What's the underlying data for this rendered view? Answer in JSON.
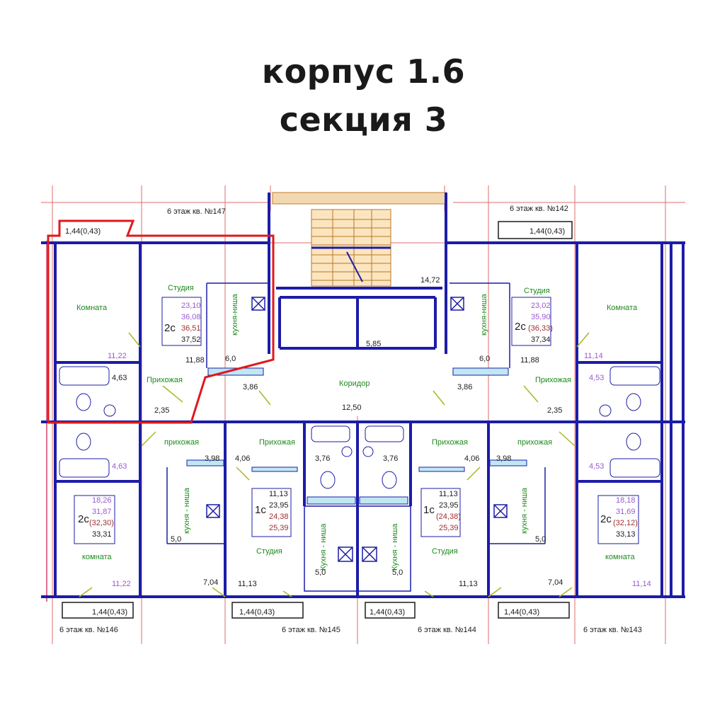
{
  "heading": {
    "line1": "корпус 1.6",
    "line2": "секция 3"
  },
  "colors": {
    "wall": "#1c1ca8",
    "highlight": "#e0181c",
    "room_label": "#1d8a1d",
    "grid": "#d23b3b",
    "balcony": "#e07090",
    "area_mark": "#9a2a7a"
  },
  "apartments": {
    "a147": {
      "caption": "6 этаж кв. №147",
      "balcony": "1,44(0,43)",
      "room": "Комната",
      "room_area": "11,22",
      "studio": "Студия",
      "type": "2с",
      "a1": "23,10",
      "a2": "36,08",
      "a3": "36,51",
      "a4": "37,52",
      "kitchen": "кухня-ниша",
      "kitchen_area": "6,0",
      "studio_area": "11,88",
      "hall": "Прихожая",
      "bath_area": "4,63",
      "hall_area": "2,35",
      "hall_area2": "3,86"
    },
    "a142": {
      "caption": "6 этаж кв. №142",
      "balcony": "1,44(0,43)",
      "room": "Комната",
      "room_area": "11,14",
      "studio": "Студия",
      "type": "2с",
      "a1": "23,02",
      "a2": "35,90",
      "a3": "(36,33)",
      "a4": "37,34",
      "kitchen": "кухня-ниша",
      "kitchen_area": "6,0",
      "studio_area": "11,88",
      "hall": "Прихожая",
      "bath_area": "4,53",
      "hall_area": "2,35",
      "hall_area2": "3,86"
    },
    "a146": {
      "caption": "6 этаж кв. №146",
      "balcony": "1,44(0,43)",
      "room": "комната",
      "room_area": "11,22",
      "type": "2с",
      "a1": "18,26",
      "a2": "31,87",
      "a3": "(32,30)",
      "a4": "33,31",
      "hall": "прихожая",
      "hall_area": "3,98",
      "kitchen": "кухня - ниша",
      "kitchen_area": "5,0",
      "area_704": "7,04",
      "bath_area": "4,63"
    },
    "a145": {
      "caption": "6 этаж кв. №145",
      "balcony": "1,44(0,43)",
      "hall": "Прихожая",
      "hall_area": "4,06",
      "bath_area": "3,76",
      "type": "1с",
      "a1": "11,13",
      "a2": "23,95",
      "a3": "24,38",
      "a4": "25,39",
      "studio": "Студия",
      "studio_area": "11,13",
      "kitchen": "Кухня - ниша",
      "kitchen_area": "5,0"
    },
    "a144": {
      "caption": "6 этаж кв. №144",
      "balcony": "1,44(0,43)",
      "hall": "Прихожая",
      "hall_area": "4,06",
      "bath_area": "3,76",
      "type": "1с",
      "a1": "11,13",
      "a2": "23,95",
      "a3": "(24,38)",
      "a4": "25,39",
      "studio": "Студия",
      "studio_area": "11,13",
      "kitchen": "Кухня - ниша",
      "kitchen_area": "5,0"
    },
    "a143": {
      "caption": "6 этаж кв. №143",
      "balcony": "1,44(0,43)",
      "room": "комната",
      "room_area": "11,14",
      "type": "2с",
      "a1": "18,18",
      "a2": "31,69",
      "a3": "(32,12)",
      "a4": "33,13",
      "hall": "прихожая",
      "hall_area": "3,98",
      "kitchen": "кухня - ниша",
      "kitchen_area": "5,0",
      "area_704": "7,04",
      "bath_area": "4,53"
    }
  },
  "common": {
    "corridor": "Коридор",
    "corridor_area": "12,50",
    "stair_area": "14,72",
    "lift_area": "5,85"
  }
}
